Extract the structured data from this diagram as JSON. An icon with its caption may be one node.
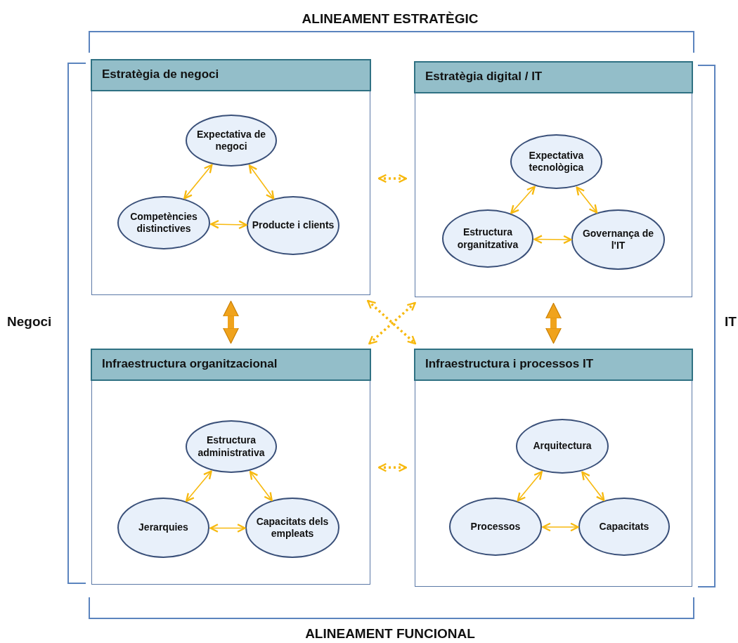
{
  "diagram": {
    "nodes": [
      {
        "text": [
          "Estratègia de negoci"
        ]
      },
      {
        "text": [
          "Expectativa de negoci"
        ],
        "in": 0
      },
      {
        "text": [
          "Competències distinctives"
        ],
        "in": 0
      },
      {
        "text": [
          "Producte i clients"
        ],
        "in": 0
      },
      {
        "text": [
          "Estratègia digital / IT"
        ]
      },
      {
        "text": [
          "Expectativa tecnològica"
        ],
        "in": 4
      },
      {
        "text": [
          "Estructura organitzativa"
        ],
        "in": 4
      },
      {
        "text": [
          "Governança de l'IT"
        ],
        "in": 4
      },
      {
        "text": [
          "Infraestructura organitzacional"
        ]
      },
      {
        "text": [
          "Estructura administrativa"
        ],
        "in": 8
      },
      {
        "text": [
          "Jerarquies"
        ],
        "in": 8
      },
      {
        "text": [
          "Capacitats dels empleats"
        ],
        "in": 8
      },
      {
        "text": [
          "Infraestructura i processos IT"
        ]
      },
      {
        "text": [
          "Arquitectura"
        ],
        "in": 12
      },
      {
        "text": [
          "Processos"
        ],
        "in": 12
      },
      {
        "text": [
          "Capacitats"
        ],
        "in": 12
      }
    ],
    "edges": [
      {
        "from": 1,
        "to": 2,
        "arrow": "both"
      },
      {
        "from": 1,
        "to": 3,
        "arrow": "both"
      },
      {
        "from": 2,
        "to": 3,
        "arrow": "both"
      },
      {
        "from": 5,
        "to": 6,
        "arrow": "both"
      },
      {
        "from": 5,
        "to": 7,
        "arrow": "both"
      },
      {
        "from": 6,
        "to": 7,
        "arrow": "both"
      },
      {
        "from": 9,
        "to": 10,
        "arrow": "both"
      },
      {
        "from": 9,
        "to": 11,
        "arrow": "both"
      },
      {
        "from": 10,
        "to": 11,
        "arrow": "both"
      },
      {
        "from": 13,
        "to": 14,
        "arrow": "both"
      },
      {
        "from": 13,
        "to": 15,
        "arrow": "both"
      },
      {
        "from": 14,
        "to": 15,
        "arrow": "both"
      },
      {
        "from": 0,
        "to": 4,
        "arrow": "both",
        "style": "dashed"
      },
      {
        "from": 0,
        "to": 8,
        "arrow": "both",
        "style": "thick",
        "color": "#f0a31c"
      },
      {
        "from": 4,
        "to": 12,
        "arrow": "both",
        "style": "thick",
        "color": "#f0a31c"
      },
      {
        "from": 0,
        "to": 12,
        "arrow": "both",
        "style": "dashed"
      },
      {
        "from": 4,
        "to": 8,
        "arrow": "both",
        "style": "dashed"
      },
      {
        "from": 8,
        "to": 12,
        "arrow": "both",
        "style": "dashed"
      }
    ],
    "labels": [
      "ALINEAMENT ESTRATÈGIC",
      "Negoci",
      "IT",
      "ALINEAMENT FUNCIONAL"
    ]
  }
}
